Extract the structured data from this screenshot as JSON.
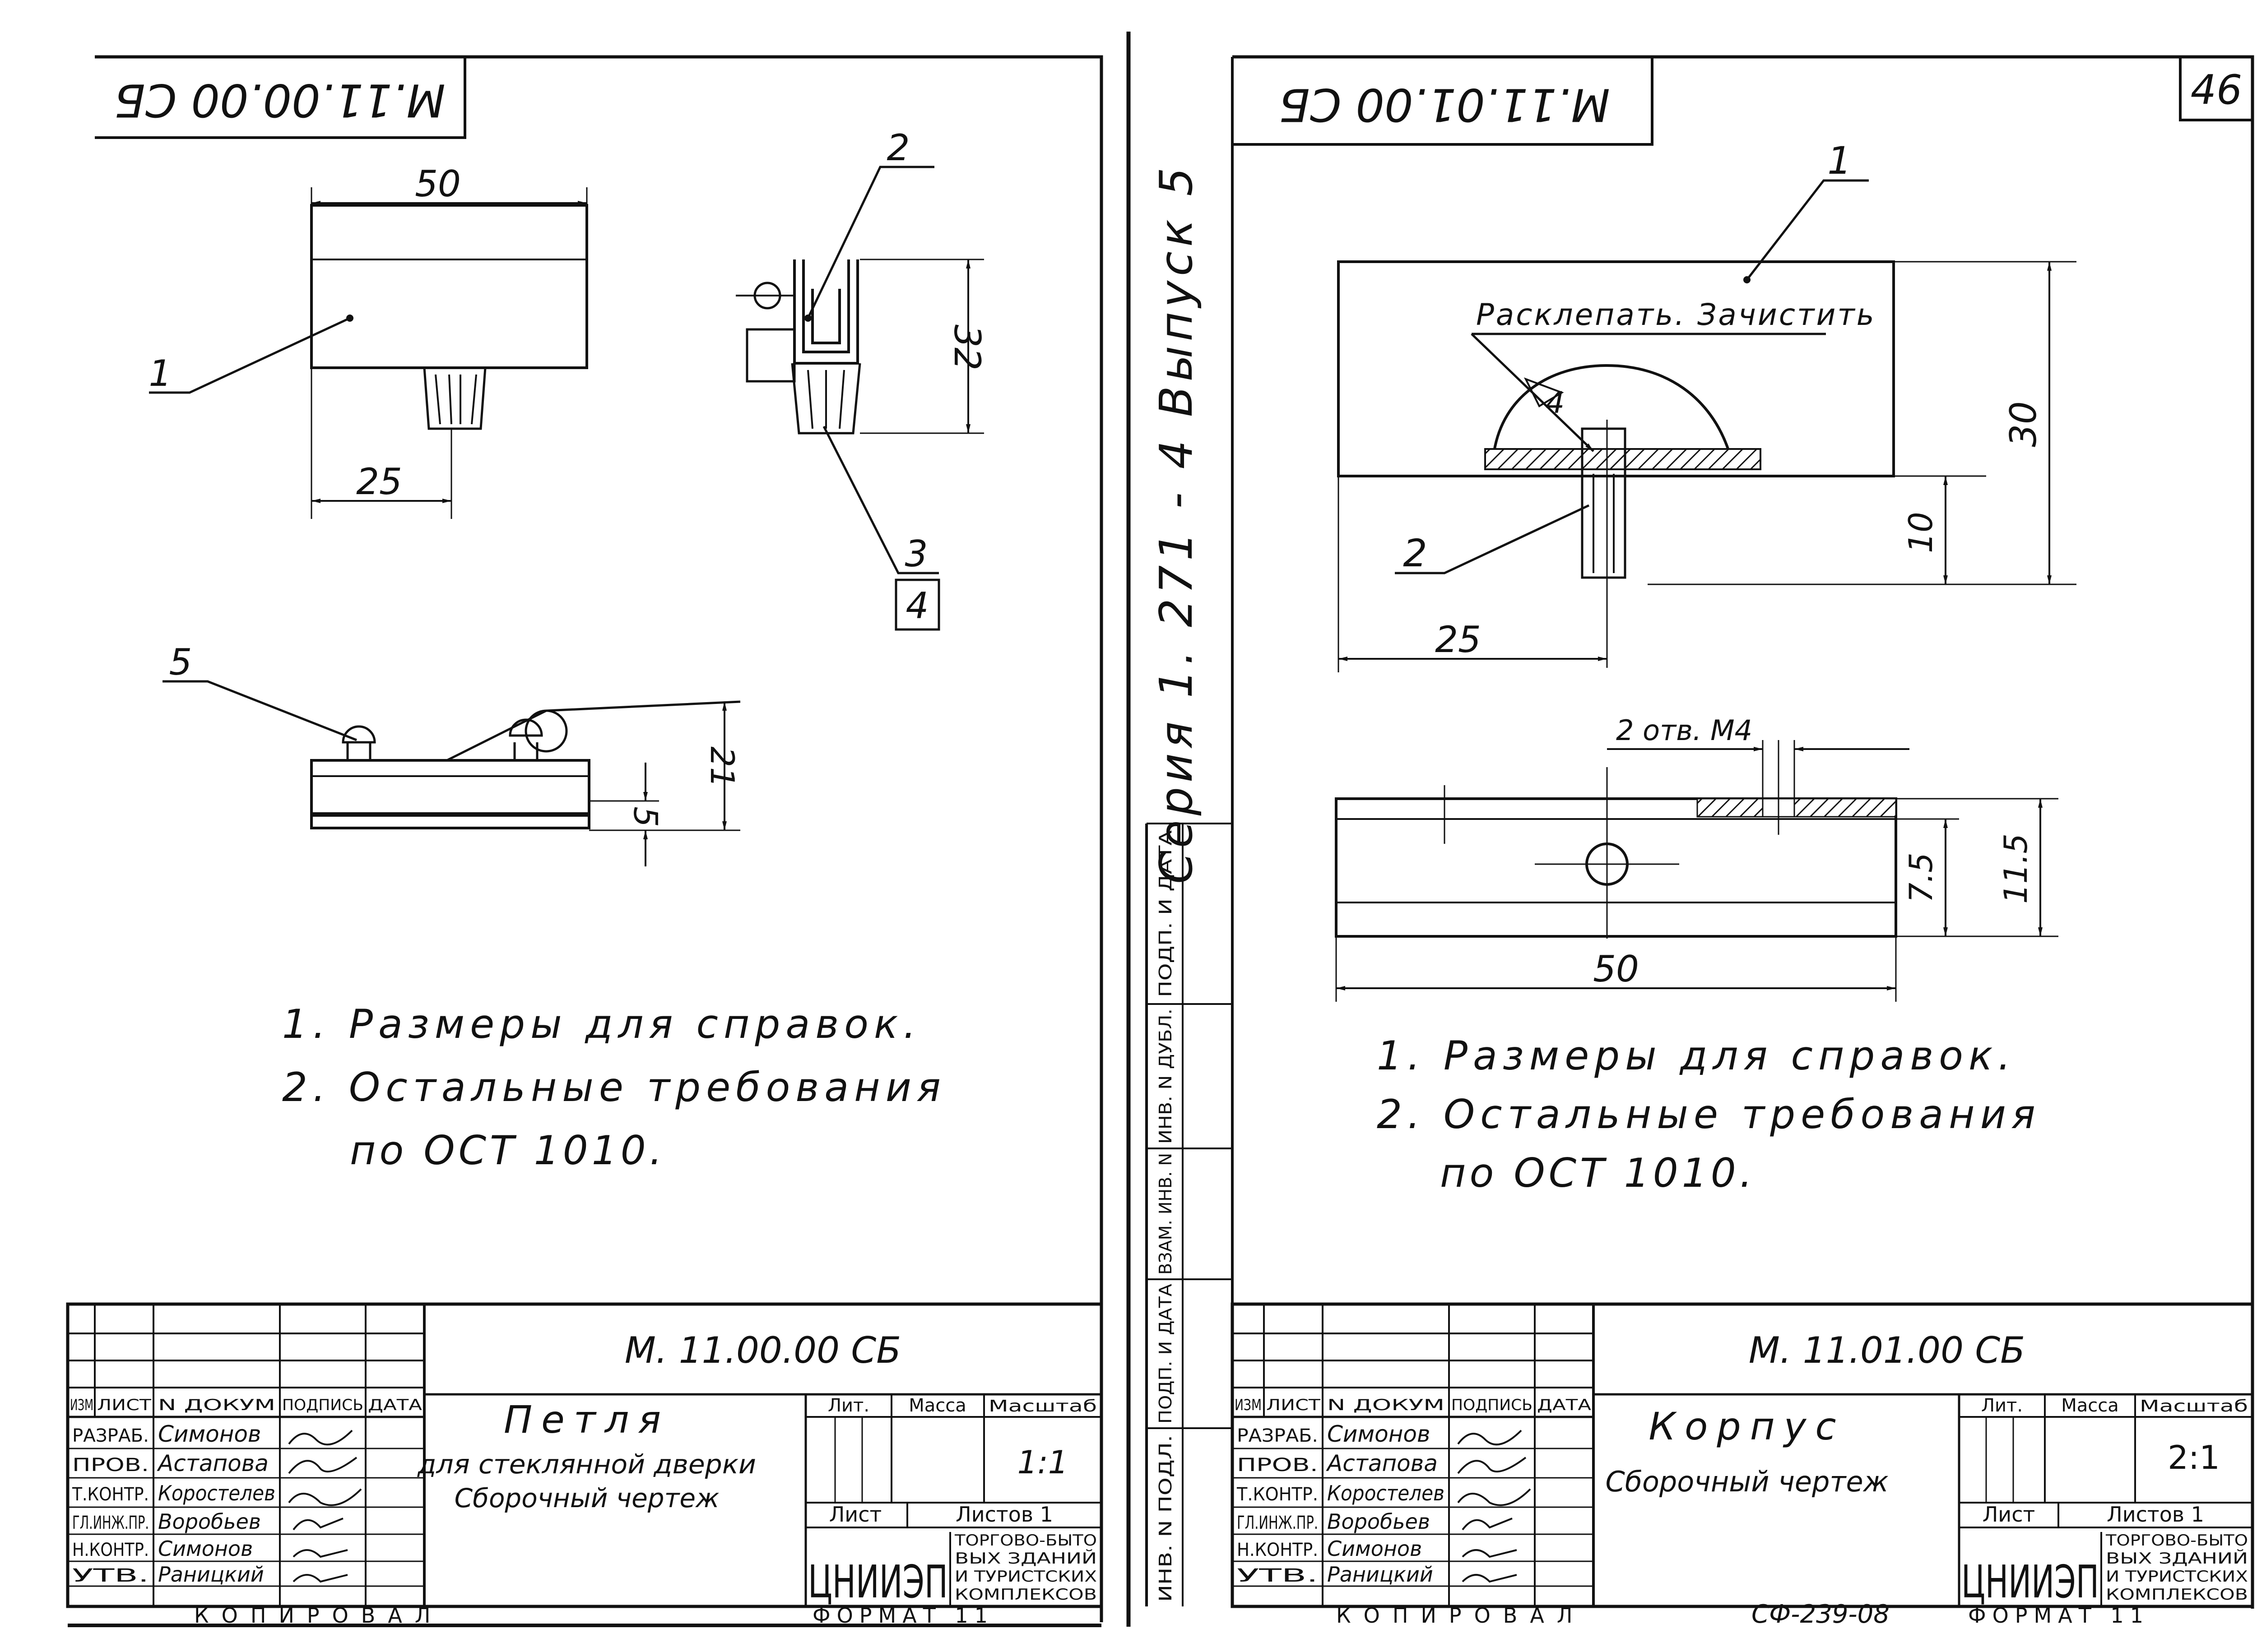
{
  "page_number": "46",
  "series_text": "Серия   1. 271 - 4   Выпуск 5",
  "left_sheet": {
    "code_mirrored": "М.11.00.00 СБ",
    "dims": {
      "width_top": "50",
      "width_bottom": "25",
      "height_side": "32",
      "height_bottom": "21",
      "small_dim": "5"
    },
    "callouts": [
      "1",
      "2",
      "3",
      "4",
      "5"
    ],
    "notes": [
      "1.  Размеры для справок.",
      "2.  Остальные требования",
      "по ОСТ 1010."
    ],
    "title_block": {
      "code": "М. 11.00.00  СБ",
      "name_line1": "Петля",
      "name_line2": "для стеклянной дверки",
      "name_line3": "Сборочный чертеж",
      "lit_label": "Лит.",
      "mass_label": "Масса",
      "scale_label": "Масштаб",
      "scale": "1:1",
      "sheet_label": "Лист",
      "sheets_label": "Листов 1",
      "org": "ЦНИИЭП",
      "org_desc": [
        "ТОРГОВО-БЫТО",
        "ВЫХ ЗДАНИЙ",
        "И ТУРИСТСКИХ",
        "КОМПЛЕКСОВ"
      ],
      "header_cols": [
        "ИЗМ",
        "ЛИСТ",
        "N ДОКУМ",
        "ПОДПИСЬ",
        "ДАТА"
      ],
      "roles": [
        "РАЗРАБ.",
        "ПРОВ.",
        "Т.КОНТР.",
        "ГЛ.ИНЖ.ПР.",
        "Н.КОНТР.",
        "УТВ."
      ],
      "names": [
        "Симонов",
        "Астапова",
        "Коростелев",
        "Воробьев",
        "Симонов",
        "Раницкий"
      ],
      "kopiroval": "КОПИРОВАЛ",
      "format": "ФОРМАТ 11"
    }
  },
  "right_sheet": {
    "code_mirrored": "М.11.01.00 СБ",
    "annotation": "Расклепать. Зачистить",
    "weld_mark": "4",
    "hole_label": "2 отв. М4",
    "dims": {
      "height_total": "30",
      "stud_height": "10",
      "offset": "25",
      "width": "50",
      "h_small": "7.5",
      "h_total": "11.5"
    },
    "callouts": [
      "1",
      "2"
    ],
    "notes": [
      "1.  Размеры для справок.",
      "2.  Остальные   требования",
      "по ОСТ 1010."
    ],
    "side_stamp": [
      "ИНВ. N ПОДЛ.",
      "ПОДП. И ДАТА",
      "ВЗАМ. ИНВ. N",
      "ИНВ. N ДУБЛ.",
      "ПОДП. И ДАТА"
    ],
    "title_block": {
      "code": "М. 11.01.00  СБ",
      "name_line1": "Корпус",
      "name_line2": "Сборочный  чертеж",
      "lit_label": "Лит.",
      "mass_label": "Масса",
      "scale_label": "Масштаб",
      "scale": "2:1",
      "sheet_label": "Лист",
      "sheets_label": "Листов 1",
      "org": "ЦНИИЭП",
      "org_desc": [
        "ТОРГОВО-БЫТО",
        "ВЫХ ЗДАНИЙ",
        "И ТУРИСТСКИХ",
        "КОМПЛЕКСОВ"
      ],
      "header_cols": [
        "ИЗМ",
        "ЛИСТ",
        "N ДОКУМ",
        "ПОДПИСЬ",
        "ДАТА"
      ],
      "roles": [
        "РАЗРАБ.",
        "ПРОВ.",
        "Т.КОНТР.",
        "ГЛ.ИНЖ.ПР.",
        "Н.КОНТР.",
        "УТВ."
      ],
      "names": [
        "Симонов",
        "Астапова",
        "Коростелев",
        "Воробьев",
        "Симонов",
        "Раницкий"
      ],
      "kopiroval": "КОПИРОВАЛ",
      "doc_number": "СФ-239-08",
      "format": "ФОРМАТ 11"
    }
  }
}
